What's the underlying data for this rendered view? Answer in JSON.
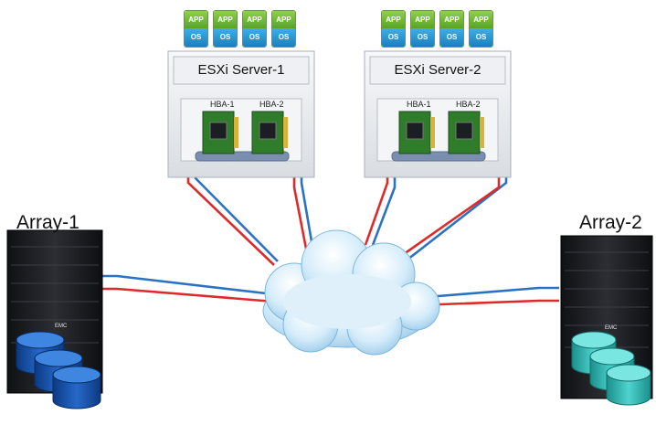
{
  "arrays": [
    {
      "label": "Array-1",
      "disk_color": "#1f5fb5",
      "brand": "EMC"
    },
    {
      "label": "Array-2",
      "disk_color": "#33b9b6",
      "brand": "EMC"
    }
  ],
  "servers": [
    {
      "title": "ESXi Server-1",
      "hba_labels": [
        "HBA-1",
        "HBA-2"
      ]
    },
    {
      "title": "ESXi Server-2",
      "hba_labels": [
        "HBA-1",
        "HBA-2"
      ]
    }
  ],
  "vm_tile": {
    "app_label": "APP",
    "os_label": "OS"
  },
  "colors": {
    "fabric_a": "#e02a2a",
    "fabric_b": "#2b72c4",
    "cloud": "#bfe0f5",
    "app": "#6ab836",
    "os": "#2a93d5"
  }
}
